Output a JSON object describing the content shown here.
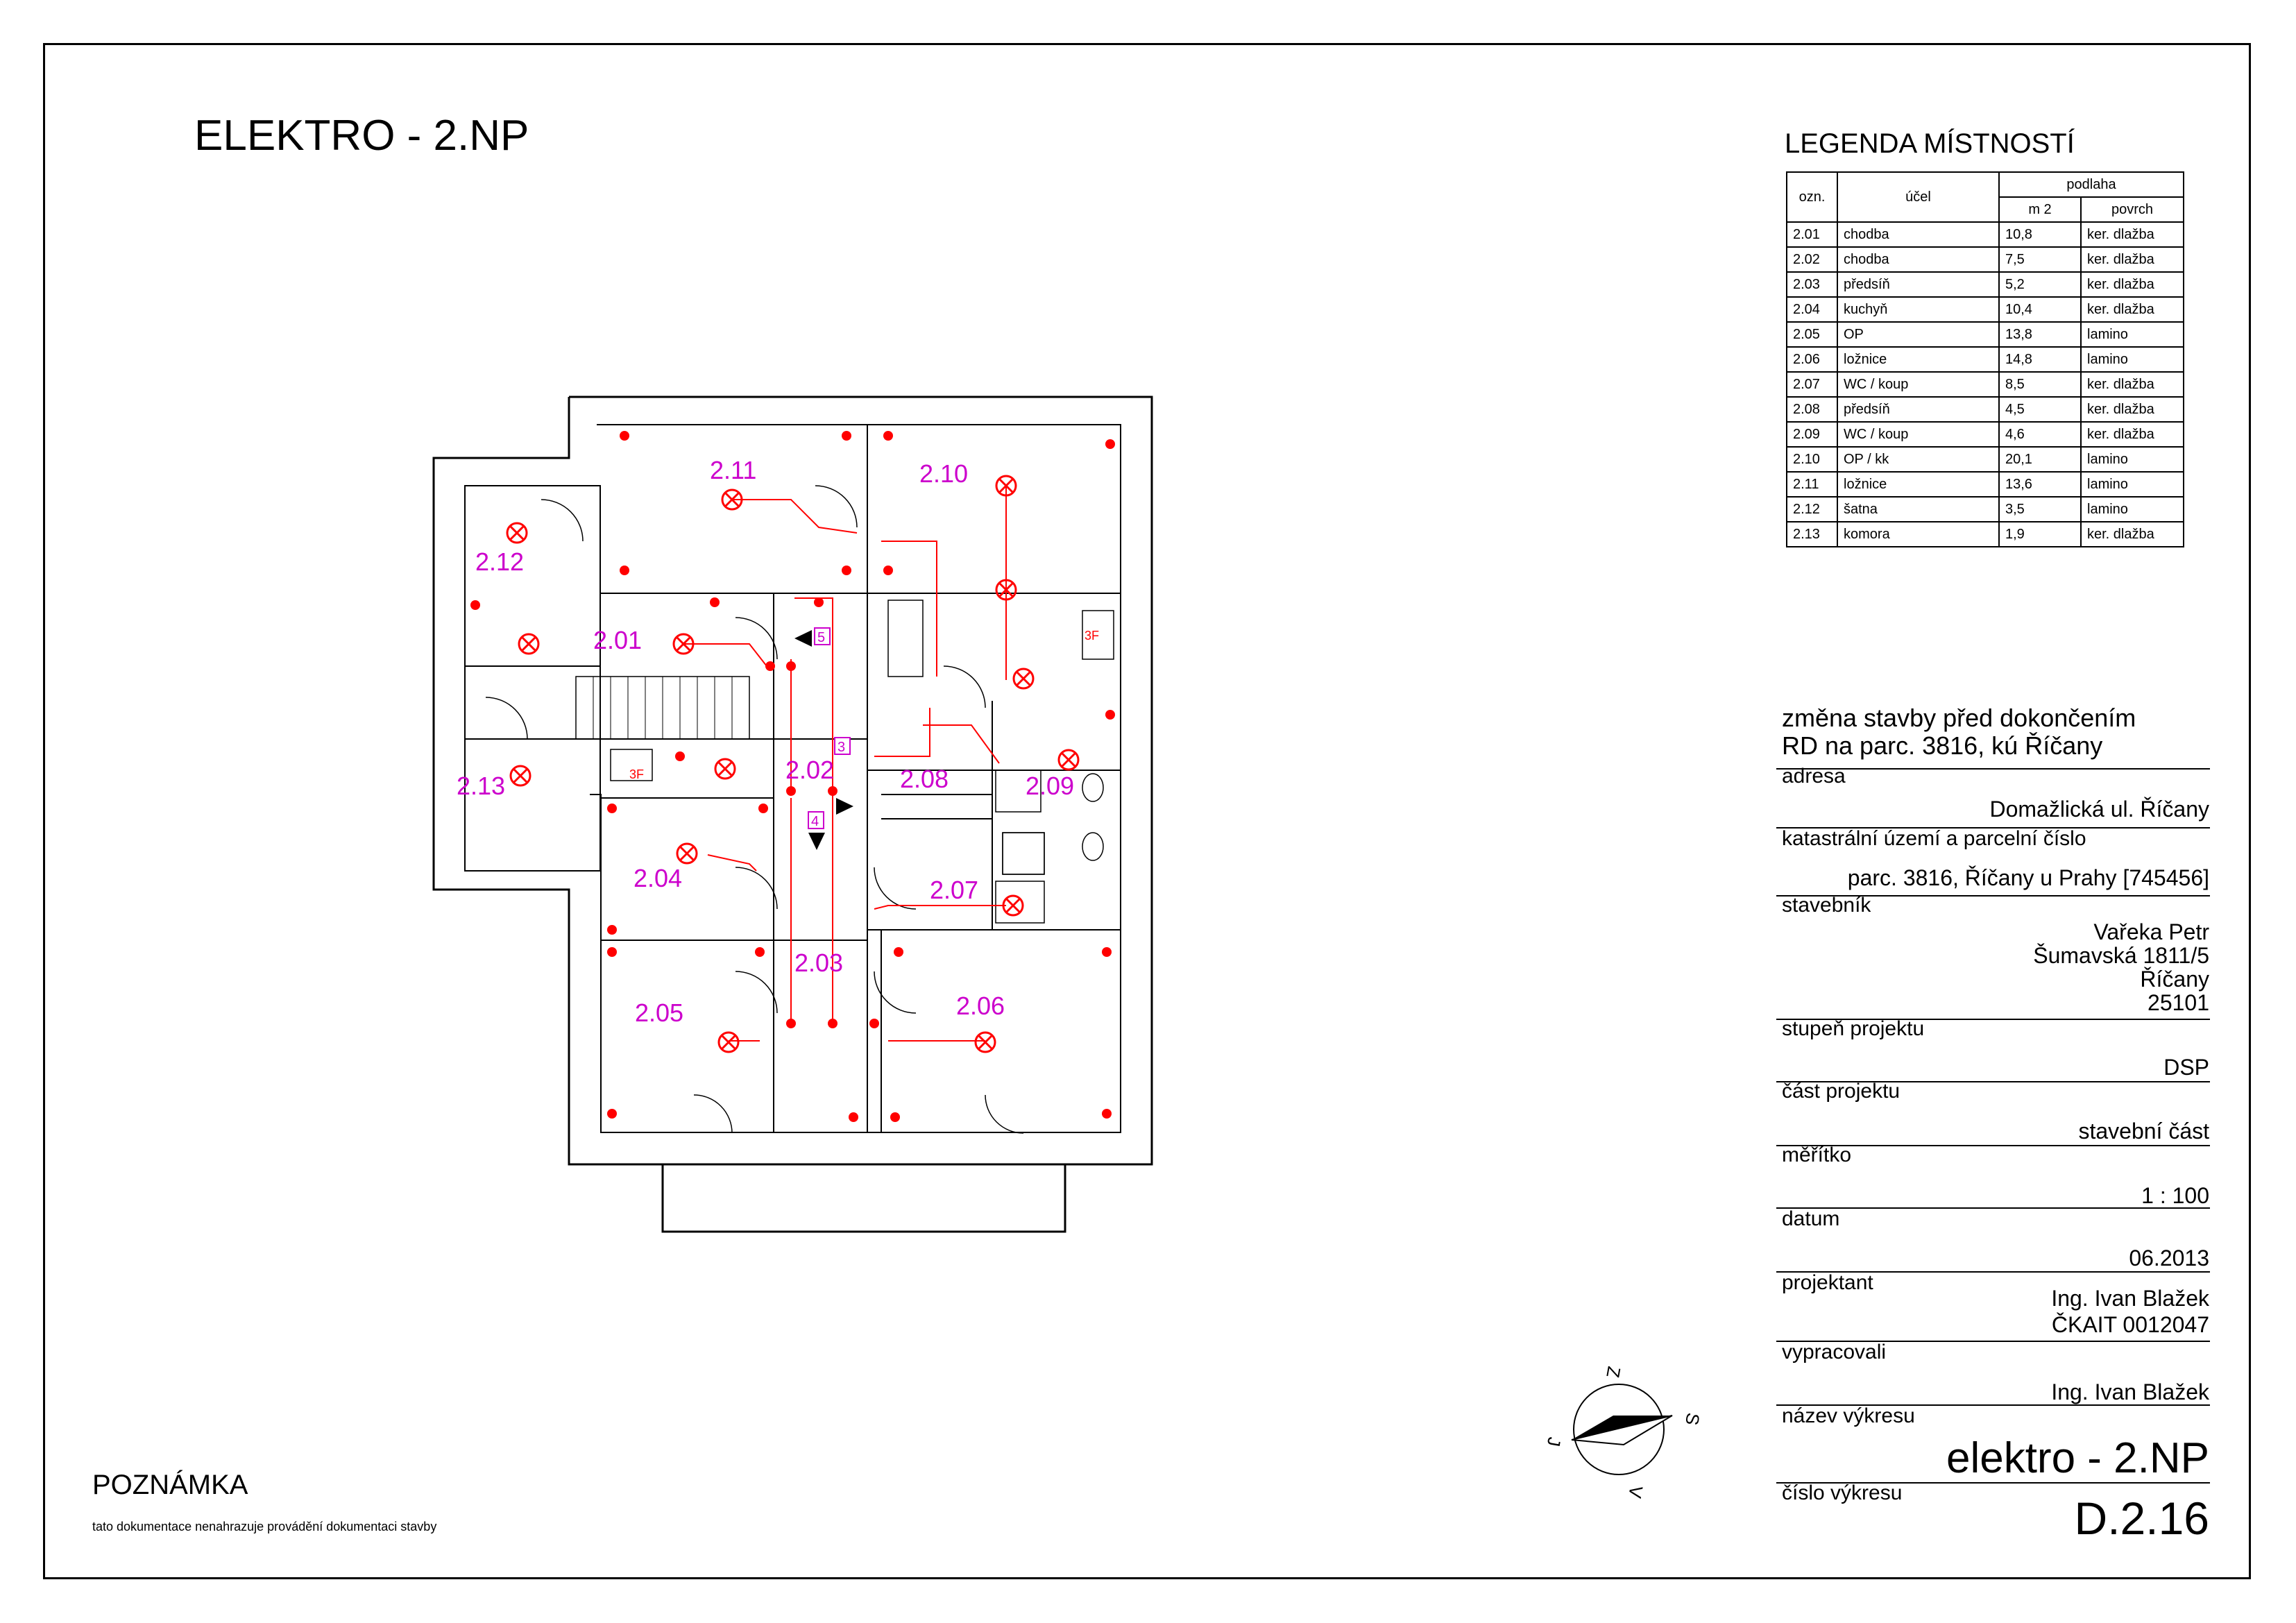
{
  "title": "ELEKTRO - 2.NP",
  "legend": {
    "title": "LEGENDA MÍSTNOSTÍ",
    "headers": {
      "ozn": "ozn.",
      "ucel": "účel",
      "podlaha": "podlaha",
      "m2": "m 2",
      "povrch": "povrch"
    },
    "rows": [
      [
        "2.01",
        "chodba",
        "10,8",
        "ker. dlažba"
      ],
      [
        "2.02",
        "chodba",
        "7,5",
        "ker. dlažba"
      ],
      [
        "2.03",
        "předsíň",
        "5,2",
        "ker. dlažba"
      ],
      [
        "2.04",
        "kuchyň",
        "10,4",
        "ker. dlažba"
      ],
      [
        "2.05",
        "OP",
        "13,8",
        "lamino"
      ],
      [
        "2.06",
        "ložnice",
        "14,8",
        "lamino"
      ],
      [
        "2.07",
        "WC / koup",
        "8,5",
        "ker. dlažba"
      ],
      [
        "2.08",
        "předsíň",
        "4,5",
        "ker. dlažba"
      ],
      [
        "2.09",
        "WC / koup",
        "4,6",
        "ker. dlažba"
      ],
      [
        "2.10",
        "OP / kk",
        "20,1",
        "lamino"
      ],
      [
        "2.11",
        "ložnice",
        "13,6",
        "lamino"
      ],
      [
        "2.12",
        "šatna",
        "3,5",
        "lamino"
      ],
      [
        "2.13",
        "komora",
        "1,9",
        "ker. dlažba"
      ]
    ]
  },
  "titleblock": {
    "header1": "změna stavby před dokončením",
    "header2": "RD  na parc. 3816, kú Říčany",
    "adresa_label": "adresa",
    "adresa": "Domažlická ul. Říčany",
    "katastr_label": "katastrální území a parcelní číslo",
    "katastr": "parc. 3816, Říčany u Prahy [745456]",
    "stavebnik_label": "stavebník",
    "stavebnik_1": "Vařeka Petr",
    "stavebnik_2": "Šumavská 1811/5",
    "stavebnik_3": "Říčany",
    "stavebnik_4": "25101",
    "stupen_label": "stupeň projektu",
    "stupen": "DSP",
    "cast_label": "část projektu",
    "cast": "stavební část",
    "meritko_label": "měřítko",
    "meritko": "1 : 100",
    "datum_label": "datum",
    "datum": "06.2013",
    "projektant_label": "projektant",
    "projektant_1": "Ing. Ivan Blažek",
    "projektant_2": "ČKAIT 0012047",
    "vypracovali_label": "vypracovali",
    "vypracovali": "Ing. Ivan Blažek",
    "nazev_label": "název výkresu",
    "nazev": "elektro - 2.NP",
    "cislo_label": "číslo výkresu",
    "cislo": "D.2.16"
  },
  "compass": {
    "n": "Z",
    "e": "S",
    "s": "V",
    "w": "J"
  },
  "rooms": [
    "2.01",
    "2.02",
    "2.03",
    "2.04",
    "2.05",
    "2.06",
    "2.07",
    "2.08",
    "2.09",
    "2.10",
    "2.11",
    "2.12",
    "2.13"
  ],
  "plan_labels": {
    "fan": "3F",
    "circuit_3": "3",
    "circuit_4": "4",
    "circuit_5": "5"
  },
  "note": {
    "title": "POZNÁMKA",
    "text": "tato dokumentace nenahrazuje provádění dokumentaci stavby"
  },
  "colors": {
    "symbol": "#ff0000",
    "room_label": "#cc00cc",
    "line": "#000000"
  }
}
